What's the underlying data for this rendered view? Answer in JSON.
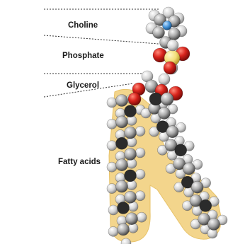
{
  "labels": {
    "choline": "Choline",
    "phosphate": "Phosphate",
    "glycerol": "Glycerol",
    "fatty_acids": "Fatty acids"
  },
  "colors": {
    "carbon": "#bcbcbc",
    "carbon_dark": "#2b2b2b",
    "hydrogen": "#e3e3e3",
    "oxygen": "#d8241c",
    "phosphorus": "#f2de77",
    "nitrogen": "#3f8fd6",
    "tail_highlight": "#f3d58c",
    "divider": "#333333"
  }
}
